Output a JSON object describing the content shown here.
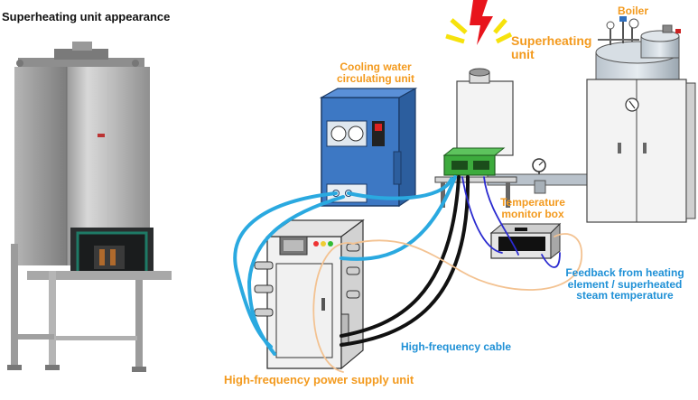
{
  "labels": {
    "photo_title": "Superheating unit appearance",
    "boiler": "Boiler",
    "superheating_line1": "Superheating",
    "superheating_line2": "unit",
    "cooling_line1": "Cooling water",
    "cooling_line2": "circulating unit",
    "temp_line1": "Temperature",
    "temp_line2": "monitor box",
    "feedback_line1": "Feedback from heating",
    "feedback_line2": "element / superheated",
    "feedback_line3": "steam temperature",
    "hf_cable": "High-frequency cable",
    "hf_power": "High-frequency power supply unit"
  },
  "colors": {
    "label_orange": "#f39a1e",
    "label_blue": "#1e90d6",
    "cooling_body": "#3d78c4",
    "heater_green": "#3dab3d",
    "flash_red": "#e8141c",
    "flash_yellow": "#f6e20c",
    "hose_blue": "#2aa9e0",
    "cable_black": "#111111",
    "sensor_wire": "#2a2ad0",
    "feedback_wire": "#f3c291"
  },
  "icons": {
    "photo": "superheating-unit-photo",
    "boiler": "boiler-icon",
    "superheating": "superheating-unit-icon",
    "cooling": "cooling-water-unit-icon",
    "power": "power-supply-unit-icon",
    "monitor": "temperature-monitor-icon",
    "flash": "lightning-icon",
    "gauge": "pressure-gauge-icon"
  }
}
